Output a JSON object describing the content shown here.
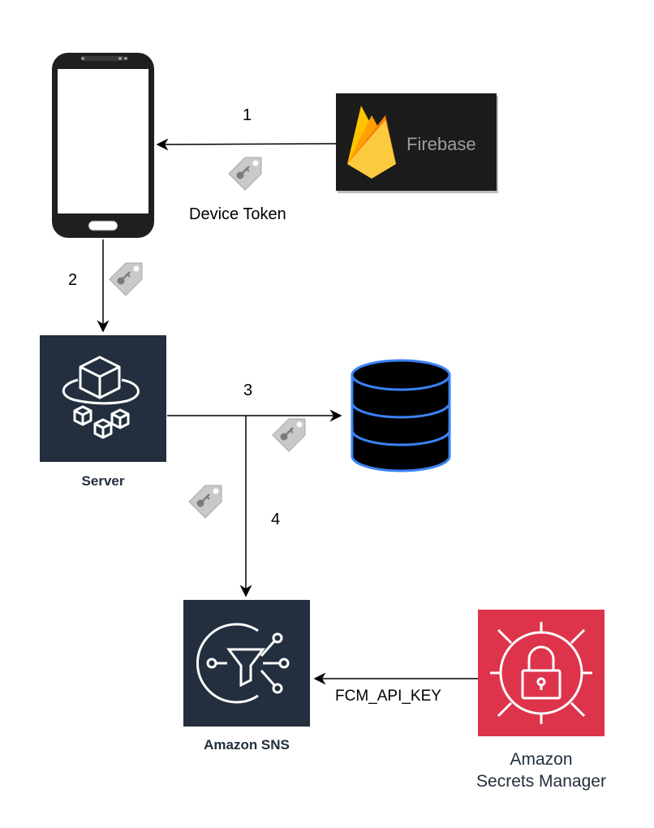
{
  "nodes": {
    "firebase": {
      "label": "Firebase"
    },
    "server": {
      "label": "Server"
    },
    "sns": {
      "label": "Amazon SNS"
    },
    "secrets": {
      "label_line1": "Amazon",
      "label_line2": "Secrets Manager"
    }
  },
  "edges": {
    "step1": {
      "number": "1",
      "label": "Device Token"
    },
    "step2": {
      "number": "2"
    },
    "step3": {
      "number": "3"
    },
    "step4": {
      "number": "4"
    },
    "secret_edge": {
      "label": "FCM_API_KEY"
    }
  },
  "colors": {
    "aws_dark": "#232f3e",
    "secrets_red": "#dd344c",
    "db_blue": "#3b82f6",
    "firebase_bg": "#1b1b1b",
    "tag_gray": "#bfbfbf"
  },
  "icons": {
    "phone": "smartphone-icon",
    "firebase": "firebase-flame-icon",
    "server": "server-cubes-icon",
    "database": "database-icon",
    "sns": "sns-topic-icon",
    "secrets": "secrets-lock-icon",
    "token": "key-tag-icon"
  }
}
